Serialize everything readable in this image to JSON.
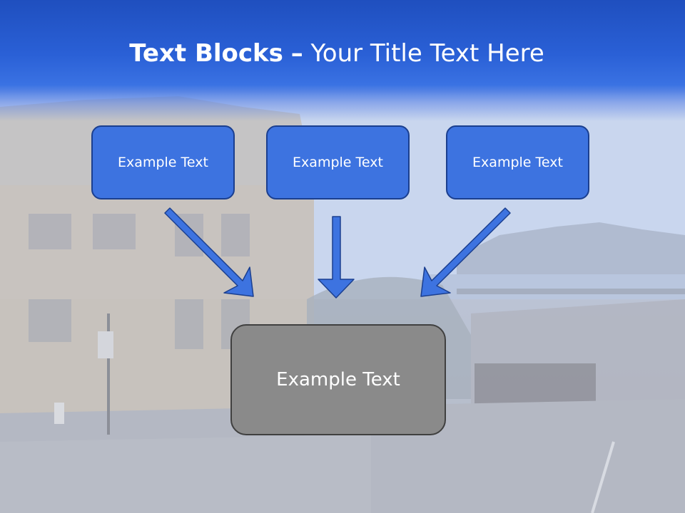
{
  "title": {
    "bold": "Text Blocks",
    "dash": "–",
    "rest": "Your Title Text Here"
  },
  "blocks": [
    {
      "label": "Example Text"
    },
    {
      "label": "Example Text"
    },
    {
      "label": "Example Text"
    }
  ],
  "center_block": {
    "label": "Example Text"
  },
  "colors": {
    "title_band": "#2a60d6",
    "block_fill": "#3d73e0",
    "block_border": "#1b3f8f",
    "center_fill": "#8a8a8a",
    "center_border": "#404040",
    "arrow_fill": "#3d73e0"
  }
}
